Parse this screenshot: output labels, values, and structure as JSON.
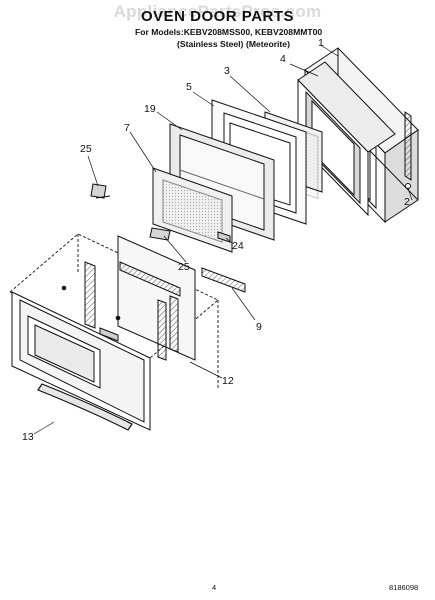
{
  "watermark": "AppliancePartsPros.com",
  "title": "OVEN DOOR PARTS",
  "models_line": "For Models:KEBV208MSS00, KEBV208MMT00",
  "finishes": [
    "(Stainless Steel)",
    "(Meteorite)"
  ],
  "callouts": [
    "1",
    "4",
    "3",
    "5",
    "19",
    "7",
    "25",
    "2",
    "24",
    "25",
    "9",
    "12",
    "13"
  ],
  "page_number": "4",
  "document_number": "8186098"
}
